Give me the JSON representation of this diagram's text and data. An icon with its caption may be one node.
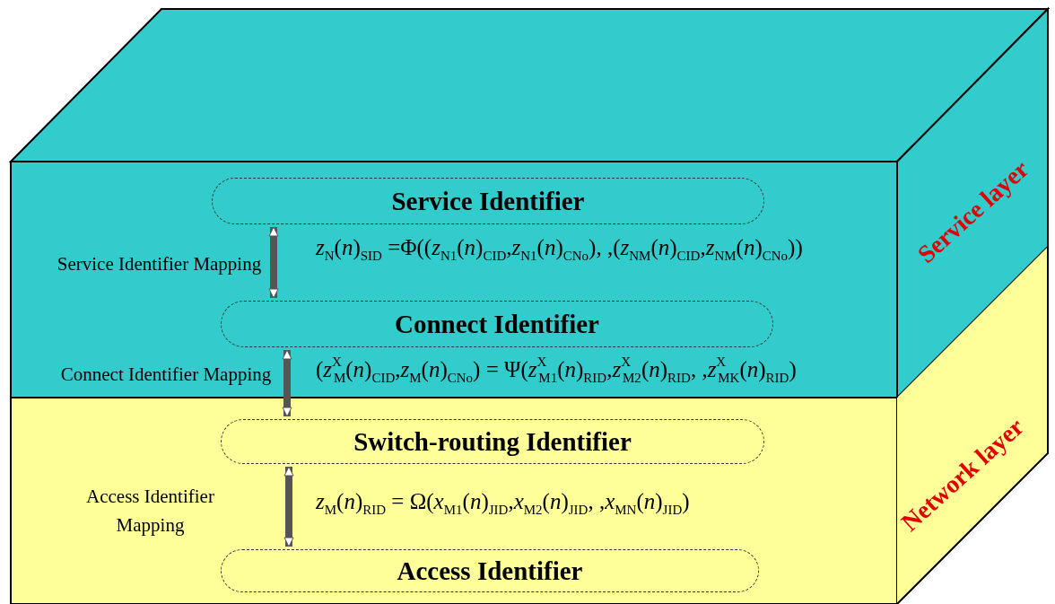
{
  "diagram": {
    "nodes": [
      {
        "text": [
          "Service layer"
        ]
      },
      {
        "text": [
          "Service Identifier"
        ],
        "in": 0
      },
      {
        "text": [
          "Connect Identifier"
        ],
        "in": 0
      },
      {
        "text": [
          "Network layer"
        ]
      },
      {
        "text": [
          "Switch-routing Identifier"
        ],
        "in": 3
      },
      {
        "text": [
          "Access Identifier"
        ],
        "in": 3
      }
    ],
    "edges": [
      {
        "from": 1,
        "to": 2,
        "arrow": "both",
        "label": "Service Identifier Mapping"
      },
      {
        "from": 2,
        "to": 4,
        "arrow": "both",
        "label": "Connect Identifier Mapping"
      },
      {
        "from": 4,
        "to": 5,
        "arrow": "both",
        "label": "Access Identifier Mapping"
      }
    ],
    "labels": [
      "*z*$_{N}$(*n*)$_{SID}$ =Φ((*z*$_{N1}$(*n*)$_{CID}$,*z*$_{N1}$(*n*)$_{CNo}$),   ,(*z*$_{NM}$(*n*)$_{CID}$,*z*$_{NM}$(*n*)$_{CNo}$))",
      "(*z*$^{X}$$_{M}$(*n*)$_{CID}$,*z*$_{M}$(*n*)$_{CNo}$) = Ψ(*z*$^{X}$$_{M1}$(*n*)$_{RID}$,*z*$^{X}$$_{M2}$(*n*)$_{RID}$,   ,*z*$^{X}$$_{MK}$(*n*)$_{RID}$)",
      "*z*$_{M}$(*n*)$_{RID}$ = Ω(*x*$_{M1}$(*n*)$_{JID}$,*x*$_{M2}$(*n*)$_{JID}$,   ,*x*$_{MN}$(*n*)$_{JID}$)"
    ]
  }
}
